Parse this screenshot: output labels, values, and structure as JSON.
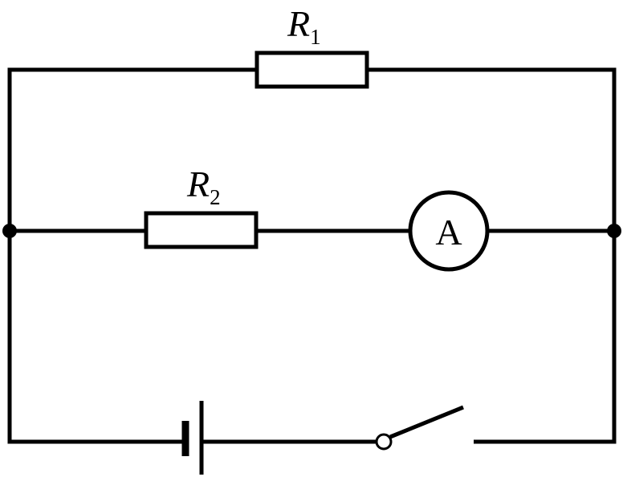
{
  "resistor_1": {
    "symbol": "R",
    "subscript": "1"
  },
  "resistor_2": {
    "symbol": "R",
    "subscript": "2"
  },
  "ammeter": {
    "label": "A"
  }
}
